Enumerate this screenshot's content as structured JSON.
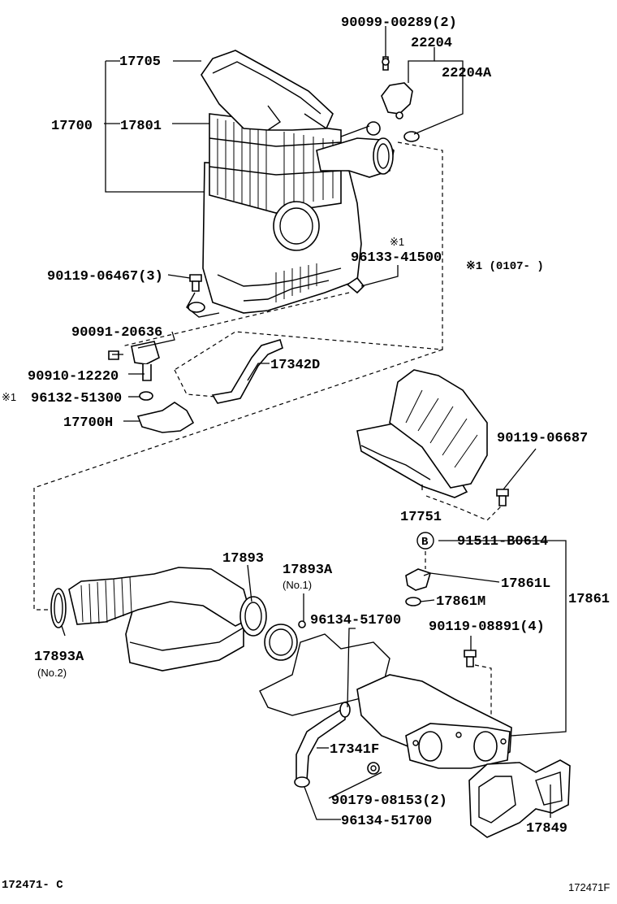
{
  "diagram": {
    "note": "※1 (0107-        )",
    "code_left": "172471- C",
    "code_right": "172471F",
    "callouts": {
      "p1": "90099-00289(2)",
      "p2": "22204",
      "p3": "22204A",
      "p4": "17705",
      "p5": "17700",
      "p6": "17801",
      "p7": "※1",
      "p8": "96133-41500",
      "p9": "90119-06467(3)",
      "p10": "90091-20636",
      "p11": "17342D",
      "p12": "90910-12220",
      "p13": "※1",
      "p14": "96132-51300",
      "p15": "17700H",
      "p16": "90119-06687",
      "p17": "17751",
      "p18": "B",
      "p19": "91511-B0614",
      "p20": "17861L",
      "p21": "17861M",
      "p22": "17861",
      "p23": "17893",
      "p24": "17893A",
      "p25": "(No.1)",
      "p26": "96134-51700",
      "p27": "90119-08891(4)",
      "p28": "17893A",
      "p29": "(No.2)",
      "p30": "17341F",
      "p31": "90179-08153(2)",
      "p32": "96134-51700",
      "p33": "17849"
    }
  }
}
